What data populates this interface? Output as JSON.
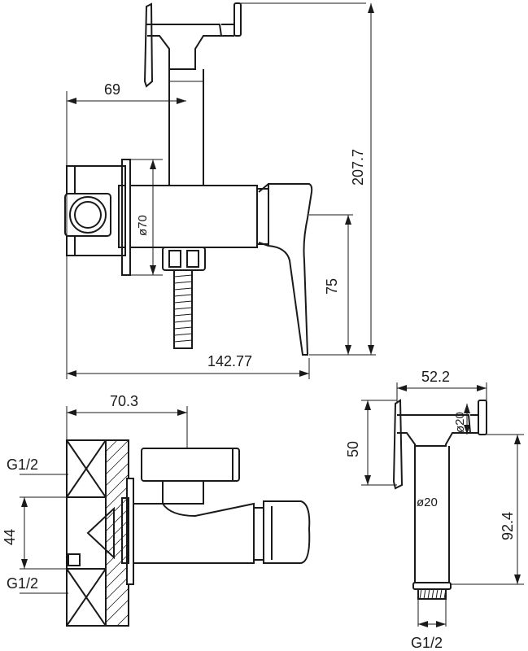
{
  "dimensions": {
    "top_hose_offset": "69",
    "top_height_total": "207.7",
    "top_body_diameter": "ø70",
    "top_lever_height": "75",
    "top_width_total": "142.77",
    "side_depth": "70.3",
    "side_thread_top": "G1/2",
    "side_inlet_spacing": "44",
    "side_thread_bottom": "G1/2",
    "head_width": "52.2",
    "head_height": "50",
    "head_nozzle_diameter": "ø20",
    "head_handle_diameter": "ø20",
    "handle_length": "92.4",
    "handle_thread": "G1/2"
  }
}
